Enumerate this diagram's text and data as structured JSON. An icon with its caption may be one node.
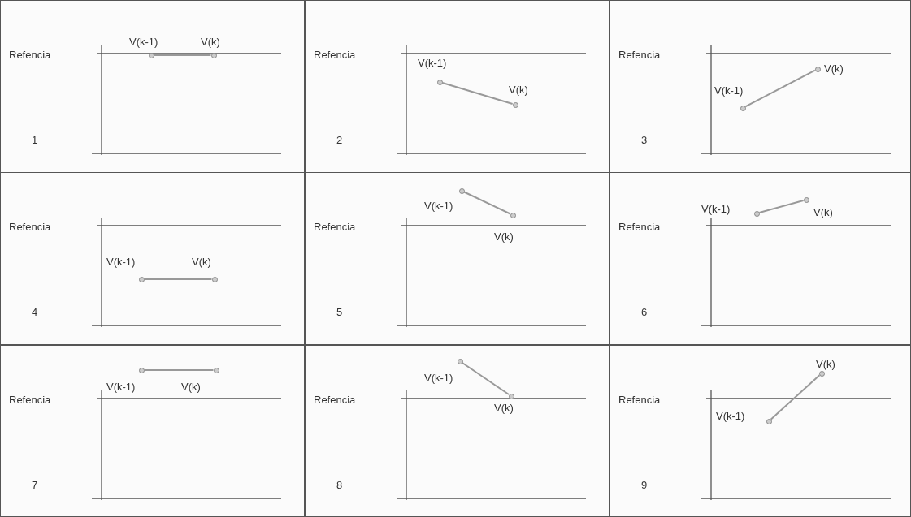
{
  "diagram": {
    "nodes": [
      {
        "text": [
          "Refencia",
          "1"
        ]
      },
      {
        "text": [],
        "shape": "circle",
        "in": 0,
        "beside": [
          "V(k-1)"
        ]
      },
      {
        "text": [],
        "shape": "circle",
        "in": 0,
        "beside": [
          "V(k)"
        ]
      },
      {
        "text": [
          "Refencia",
          "2"
        ]
      },
      {
        "text": [],
        "shape": "circle",
        "in": 3,
        "beside": [
          "V(k-1)"
        ]
      },
      {
        "text": [],
        "shape": "circle",
        "in": 3,
        "beside": [
          "V(k)"
        ]
      },
      {
        "text": [
          "Refencia",
          "3"
        ]
      },
      {
        "text": [],
        "shape": "circle",
        "in": 6,
        "beside": [
          "V(k-1)"
        ]
      },
      {
        "text": [],
        "shape": "circle",
        "in": 6,
        "beside": [
          "V(k)"
        ]
      },
      {
        "text": [
          "Refencia",
          "4"
        ]
      },
      {
        "text": [],
        "shape": "circle",
        "in": 9,
        "beside": [
          "V(k-1)"
        ]
      },
      {
        "text": [],
        "shape": "circle",
        "in": 9,
        "beside": [
          "V(k)"
        ]
      },
      {
        "text": [
          "Refencia",
          "5"
        ]
      },
      {
        "text": [],
        "shape": "circle",
        "in": 12,
        "beside": [
          "V(k-1)"
        ]
      },
      {
        "text": [],
        "shape": "circle",
        "in": 12,
        "beside": [
          "V(k)"
        ]
      },
      {
        "text": [
          "Refencia",
          "6"
        ]
      },
      {
        "text": [],
        "shape": "circle",
        "in": 15,
        "beside": [
          "V(k-1)"
        ]
      },
      {
        "text": [],
        "shape": "circle",
        "in": 15,
        "beside": [
          "V(k)"
        ]
      },
      {
        "text": [
          "Refencia",
          "7"
        ]
      },
      {
        "text": [],
        "shape": "circle",
        "in": 18,
        "beside": [
          "V(k-1)"
        ]
      },
      {
        "text": [],
        "shape": "circle",
        "in": 18,
        "beside": [
          "V(k)"
        ]
      },
      {
        "text": [
          "Refencia",
          "8"
        ]
      },
      {
        "text": [],
        "shape": "circle",
        "in": 21,
        "beside": [
          "V(k-1)"
        ]
      },
      {
        "text": [],
        "shape": "circle",
        "in": 21,
        "beside": [
          "V(k)"
        ]
      },
      {
        "text": [
          "Refencia",
          "9"
        ]
      },
      {
        "text": [],
        "shape": "circle",
        "in": 24,
        "beside": [
          "V(k-1)"
        ]
      },
      {
        "text": [],
        "shape": "circle",
        "in": 24,
        "beside": [
          "V(k)"
        ]
      }
    ],
    "edges": [
      {
        "from": 1,
        "to": 2,
        "arrow": "none"
      },
      {
        "from": 4,
        "to": 5,
        "arrow": "none"
      },
      {
        "from": 7,
        "to": 8,
        "arrow": "none"
      },
      {
        "from": 10,
        "to": 11,
        "arrow": "none"
      },
      {
        "from": 13,
        "to": 14,
        "arrow": "none"
      },
      {
        "from": 16,
        "to": 17,
        "arrow": "none"
      },
      {
        "from": 19,
        "to": 20,
        "arrow": "none"
      },
      {
        "from": 22,
        "to": 23,
        "arrow": "none"
      },
      {
        "from": 25,
        "to": 26,
        "arrow": "none"
      }
    ]
  }
}
